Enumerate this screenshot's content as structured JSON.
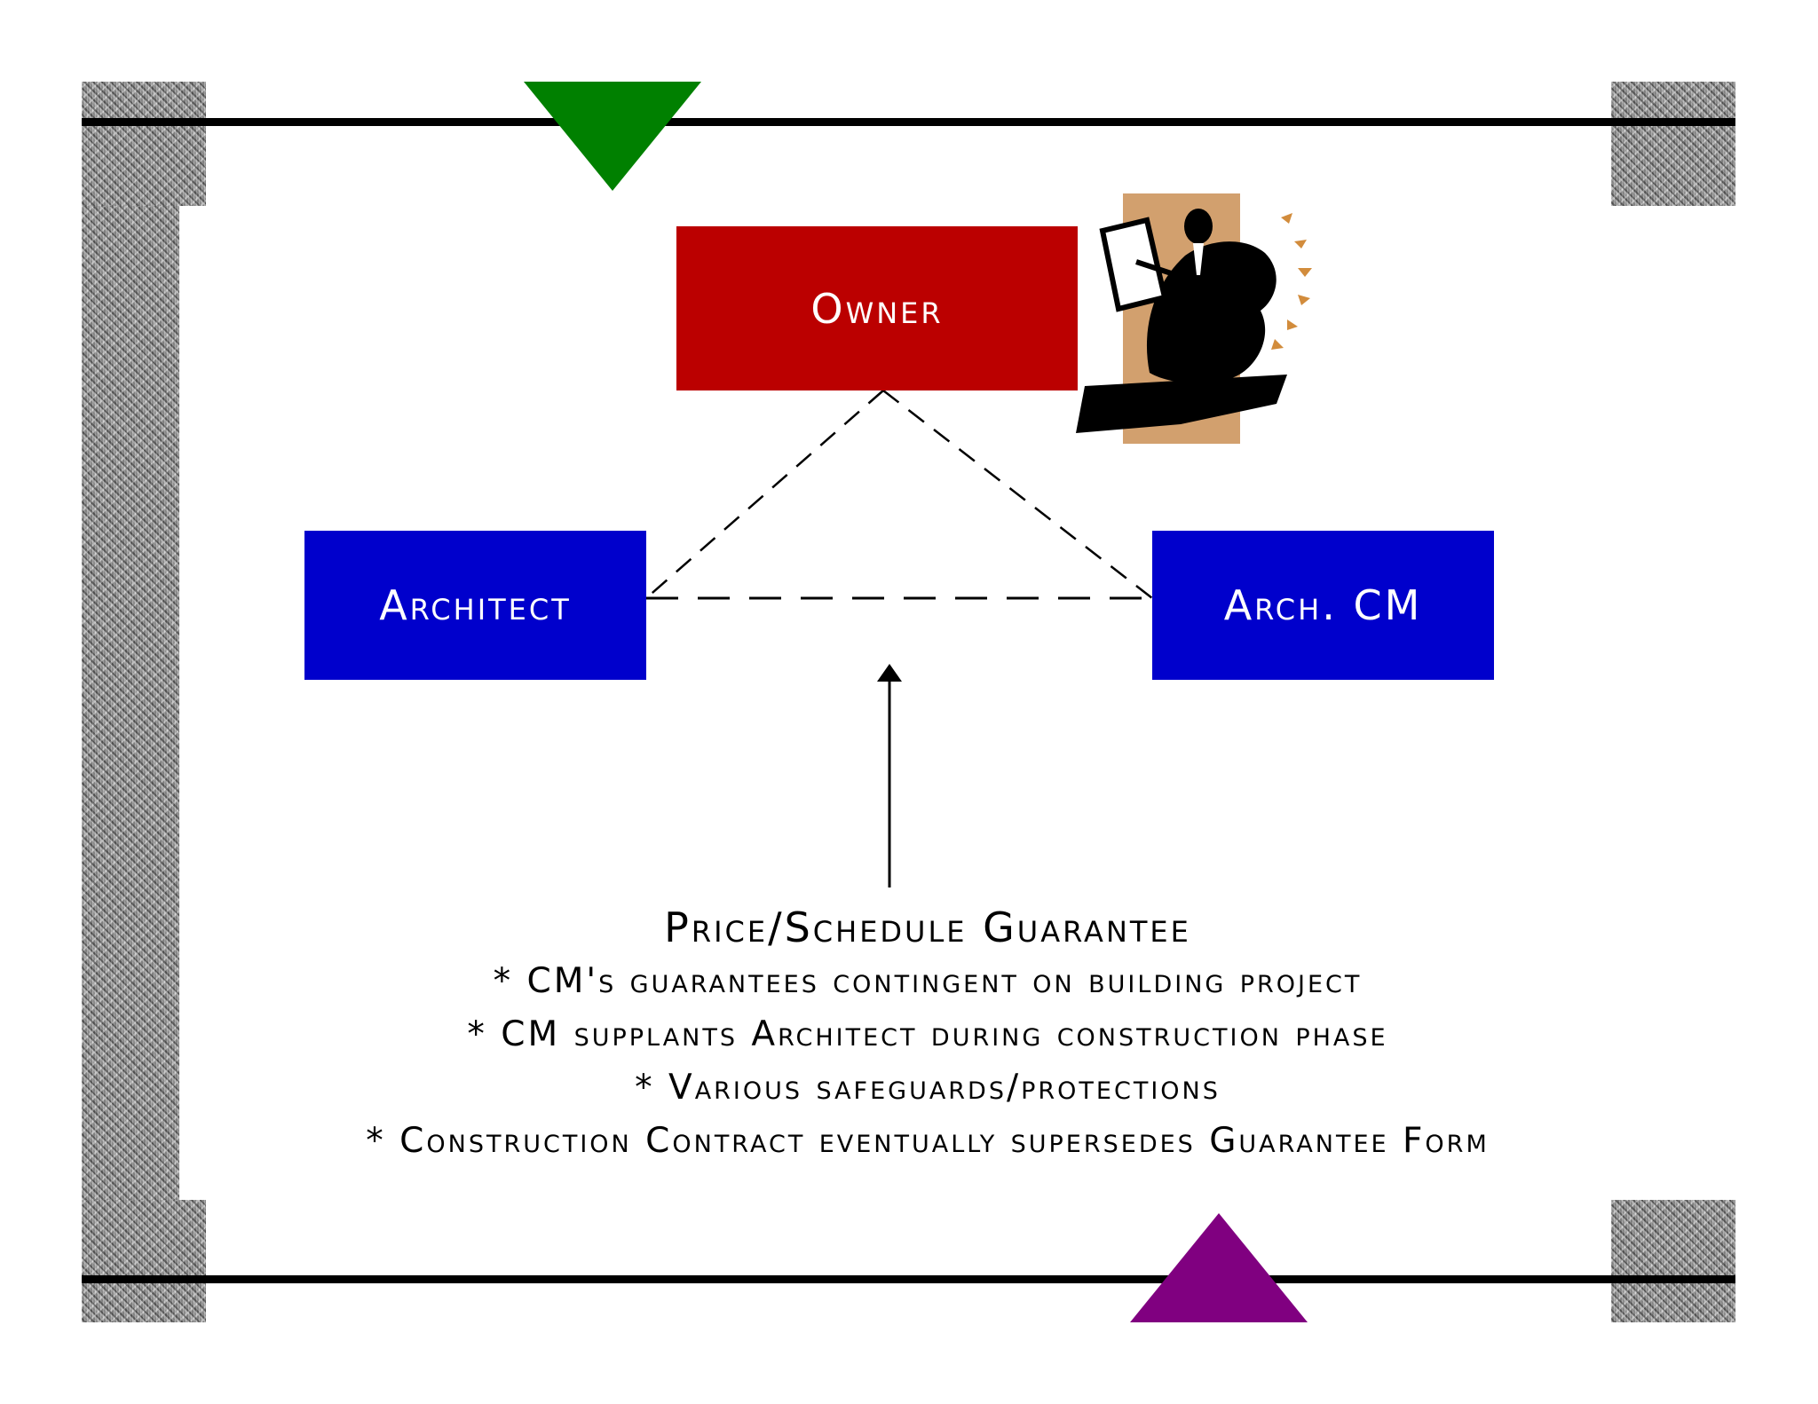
{
  "diagram": {
    "nodes": {
      "owner": "Owner",
      "architect": "Architect",
      "arch_cm": "Arch. CM"
    },
    "caption": {
      "title": "Price/Schedule Guarantee",
      "bullets": [
        "* CM's guarantees contingent on building project",
        "* CM supplants Architect during construction phase",
        "* Various safeguards/protections",
        "* Construction Contract eventually supersedes Guarantee Form"
      ]
    }
  },
  "colors": {
    "owner_box": "#bb0000",
    "architect_box": "#0000cc",
    "top_triangle": "#008000",
    "bottom_triangle": "#800080",
    "clipart_background": "#d2a06e"
  },
  "icons": {
    "clipart": "businessman-presenting-icon"
  }
}
